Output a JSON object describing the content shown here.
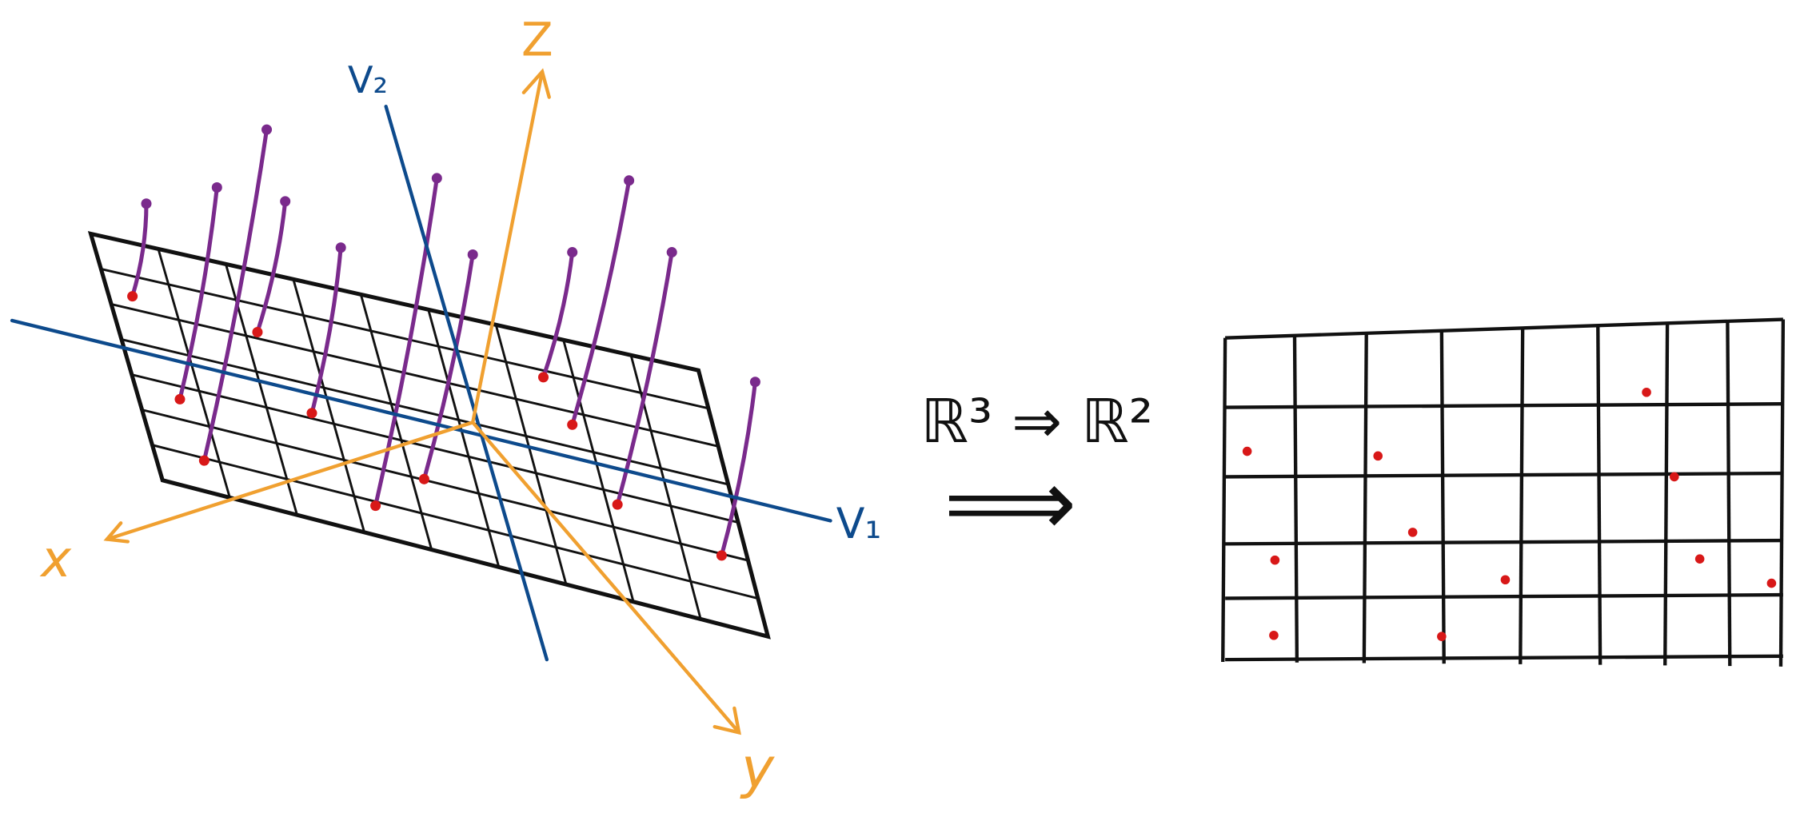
{
  "labels": {
    "z_axis": "Z",
    "x_axis": "x",
    "y_axis": "y",
    "v1": "V₁",
    "v2": "V₂",
    "mapping": "ℝ³ ⇒ ℝ²",
    "arrow": "⟹"
  },
  "colors": {
    "axes": "#f0a030",
    "basis": "#0d4a8c",
    "projection": "#7a2a8c",
    "point": "#d81818",
    "grid": "#111111"
  },
  "points_3d_count": 11,
  "points_2d_count": 11
}
